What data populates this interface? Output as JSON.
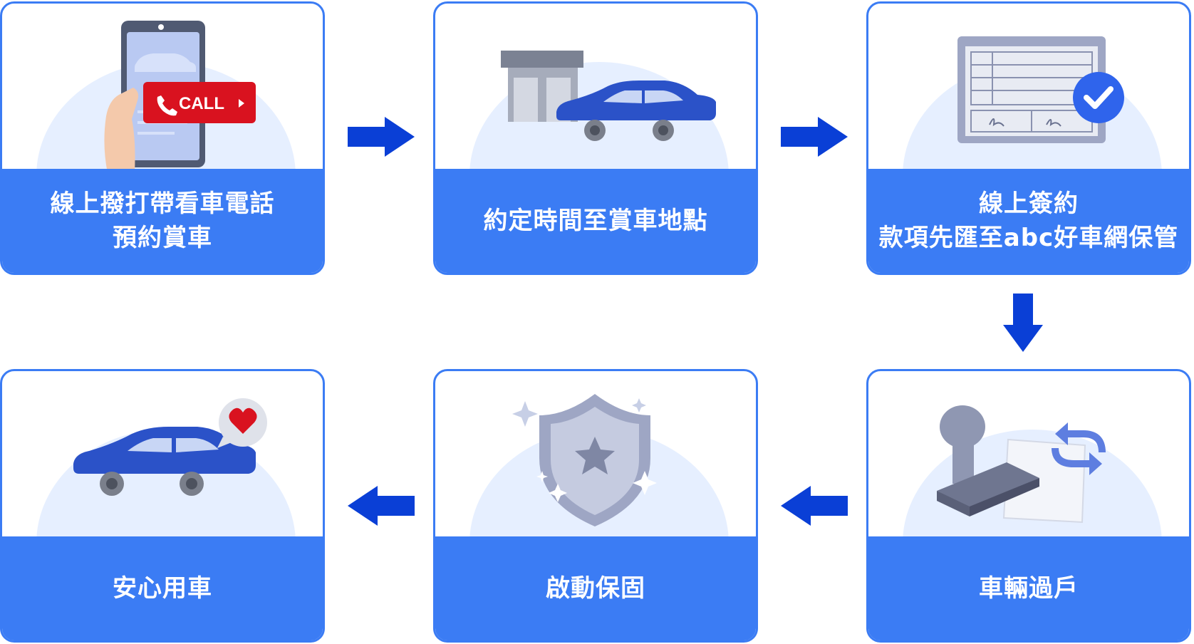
{
  "steps": [
    {
      "id": "call",
      "lines": [
        "線上撥打帶看車電話",
        "預約賞車"
      ],
      "call_label": "CALL"
    },
    {
      "id": "visit",
      "lines": [
        "約定時間至賞車地點"
      ]
    },
    {
      "id": "sign",
      "lines": [
        "線上簽約",
        "款項先匯至abc好車網保管"
      ]
    },
    {
      "id": "transfer",
      "lines": [
        "車輛過戶"
      ]
    },
    {
      "id": "warranty",
      "lines": [
        "啟動保固"
      ]
    },
    {
      "id": "enjoy",
      "lines": [
        "安心用車"
      ]
    }
  ],
  "colors": {
    "card_border": "#3b7cf4",
    "label_bg": "#3b7cf4",
    "arrow": "#0a3fd6",
    "circle_bg": "#e6efff",
    "car": "#2b52c8",
    "call_red": "#d9121f"
  },
  "icons": [
    "phone-icon",
    "building-icon",
    "car-icon",
    "contract-icon",
    "check-icon",
    "stamp-icon",
    "swap-icon",
    "shield-icon",
    "star-icon",
    "sparkle-icon",
    "heart-icon"
  ]
}
